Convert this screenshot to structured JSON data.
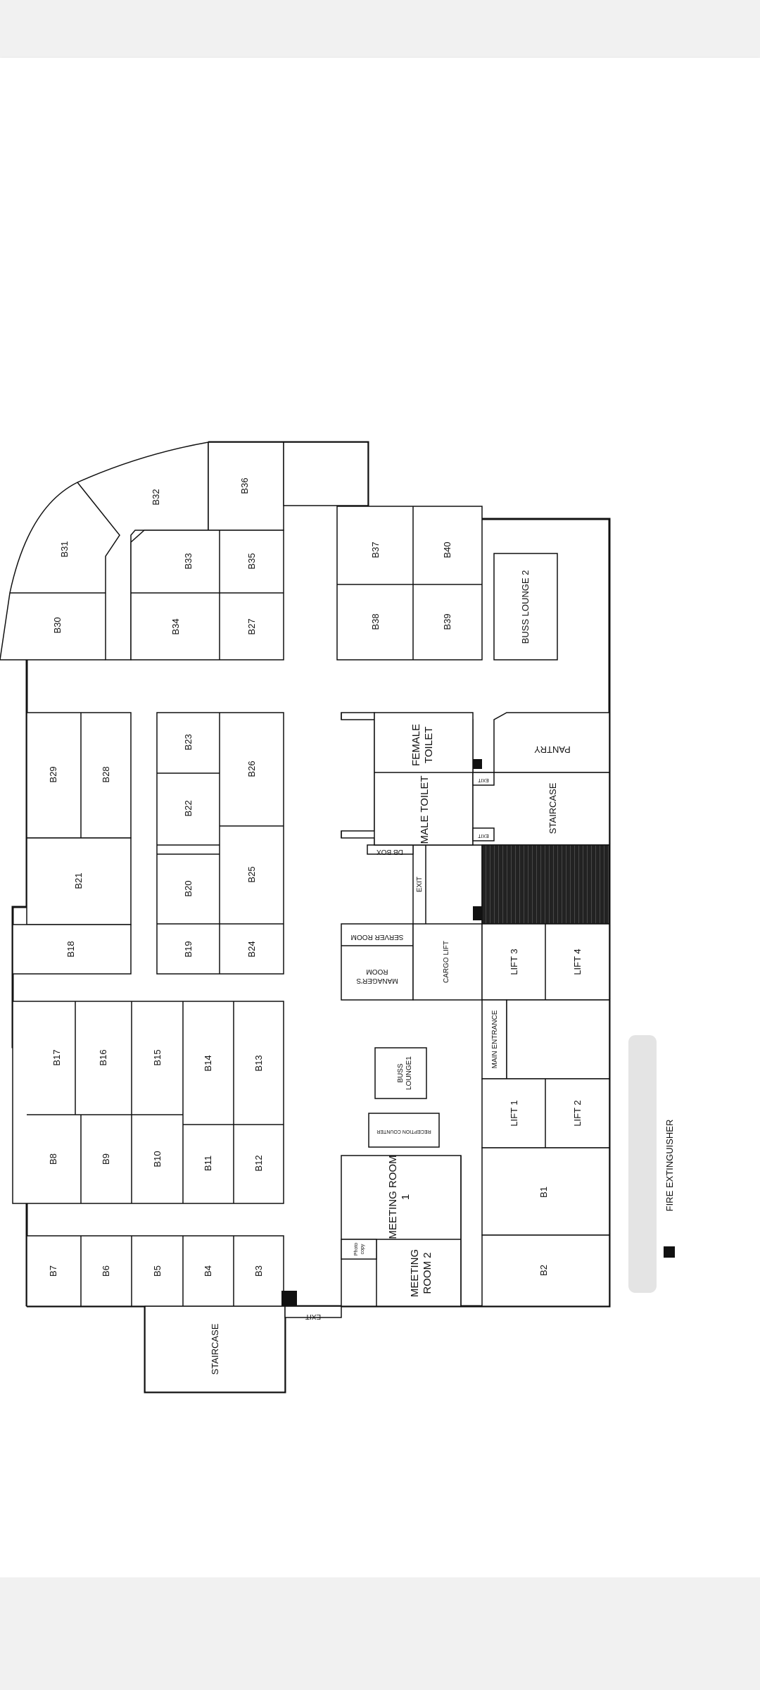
{
  "rooms": {
    "b1": "B1",
    "b2": "B2",
    "b3": "B3",
    "b4": "B4",
    "b5": "B5",
    "b6": "B6",
    "b7": "B7",
    "b8": "B8",
    "b9": "B9",
    "b10": "B10",
    "b11": "B11",
    "b12": "B12",
    "b13": "B13",
    "b14": "B14",
    "b15": "B15",
    "b16": "B16",
    "b17": "B17",
    "b18": "B18",
    "b19": "B19",
    "b20": "B20",
    "b21": "B21",
    "b22": "B22",
    "b23": "B23",
    "b24": "B24",
    "b25": "B25",
    "b26": "B26",
    "b27": "B27",
    "b28": "B28",
    "b29": "B29",
    "b30": "B30",
    "b31": "B31",
    "b32": "B32",
    "b33": "B33",
    "b34": "B34",
    "b35": "B35",
    "b36": "B36",
    "b37": "B37",
    "b38": "B38",
    "b39": "B39",
    "b40": "B40"
  },
  "facilities": {
    "staircase": "STAIRCASE",
    "staircase_right": "STAIRCASE",
    "exit": "EXIT",
    "meeting_room_1": "MEETING ROOM 1",
    "meeting_room_2": "MEETING ROOM 2",
    "photocopy": "Photo copy",
    "reception_counter": "RECEPTION COUNTER",
    "buss_lounge1": "BUSS LOUNGE1",
    "buss_lounge2": "BUSS LOUNGE 2",
    "managers_room": "MANAGER'S ROOM",
    "server_room": "SERVER ROOM",
    "cargo_lift": "CARGO LIFT",
    "db_box": "DB BOX",
    "male_toilet": "MALE TOILET",
    "female_toilet": "FEMALE TOILET",
    "pantry": "PANTRY",
    "lift1": "LIFT 1",
    "lift2": "LIFT 2",
    "lift3": "LIFT 3",
    "lift4": "LIFT 4",
    "main_entrance": "MAIN ENTRANCE"
  },
  "legend": {
    "fire_extinguisher": "FIRE EXTINGUISHER"
  },
  "colors": {
    "line": "#111111",
    "paper": "#ffffff",
    "background": "#f1f1f1"
  }
}
